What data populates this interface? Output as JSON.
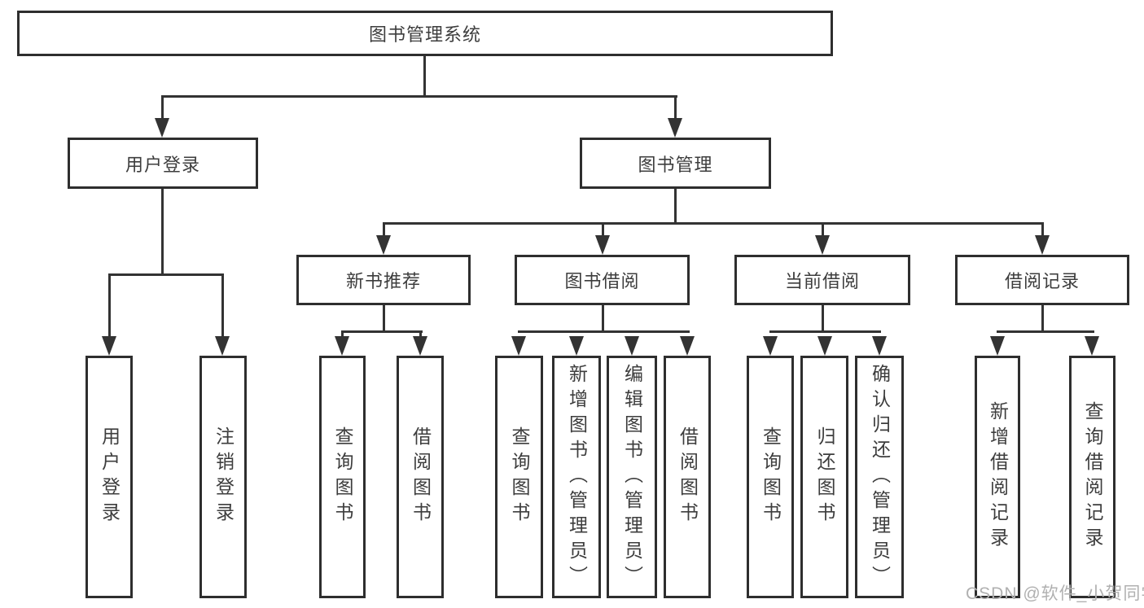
{
  "nodes": {
    "root": "图书管理系统",
    "user_login": "用户登录",
    "book_management": "图书管理",
    "new_book_recommend": "新书推荐",
    "book_borrowing": "图书借阅",
    "current_borrowing": "当前借阅",
    "borrowing_records": "借阅记录",
    "leaf_user_login": "用户登录",
    "leaf_logout": "注销登录",
    "nb_query_books": "查询图书",
    "nb_borrow_books": "借阅图书",
    "bb_query_books": "查询图书",
    "bb_add_books_admin": "新增图书（管理员）",
    "bb_edit_books_admin": "编辑图书（管理员）",
    "bb_borrow_books": "借阅图书",
    "cb_query_books": "查询图书",
    "cb_return_books": "归还图书",
    "cb_confirm_return_admin": "确认归还（管理员）",
    "br_add_record": "新增借阅记录",
    "br_query_record": "查询借阅记录"
  },
  "watermark": "CSDN @软件_小贺同学",
  "colors": {
    "line": "#333333",
    "border": "#2e2e2e",
    "text": "#3d3d3d",
    "watermark": "#b0b0b0",
    "background": "#ffffff"
  }
}
